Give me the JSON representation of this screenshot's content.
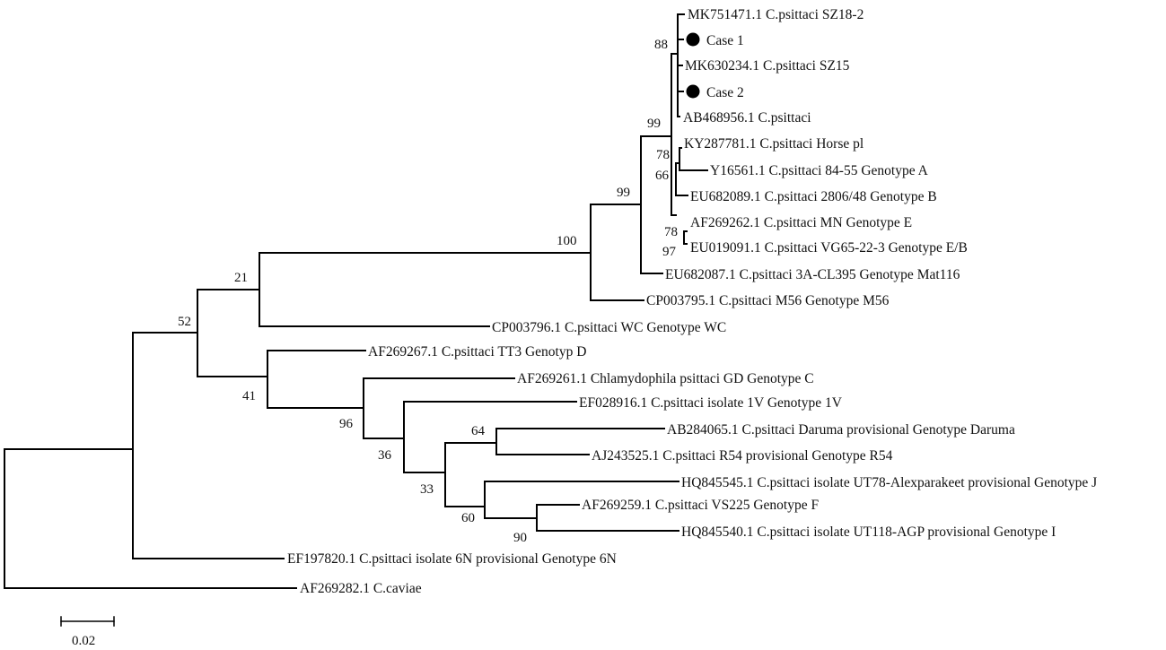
{
  "leaves": [
    {
      "id": "L1",
      "label": "MK751471.1 C.psittaci SZ18-2"
    },
    {
      "id": "L2",
      "label": "Case 1",
      "marker": "filled-circle"
    },
    {
      "id": "L3",
      "label": "MK630234.1 C.psittaci SZ15"
    },
    {
      "id": "L4",
      "label": "Case 2",
      "marker": "filled-circle"
    },
    {
      "id": "L5",
      "label": "AB468956.1 C.psittaci"
    },
    {
      "id": "L6",
      "label": "KY287781.1 C.psittaci Horse pl"
    },
    {
      "id": "L7",
      "label": "Y16561.1 C.psittaci 84-55 Genotype A"
    },
    {
      "id": "L8",
      "label": "EU682089.1 C.psittaci 2806/48 Genotype B"
    },
    {
      "id": "L9",
      "label": "AF269262.1 C.psittaci MN Genotype E"
    },
    {
      "id": "L10",
      "label": "EU019091.1 C.psittaci VG65-22-3 Genotype E/B"
    },
    {
      "id": "L11",
      "label": "EU682087.1 C.psittaci 3A-CL395 Genotype Mat116"
    },
    {
      "id": "L12",
      "label": "CP003795.1 C.psittaci M56 Genotype M56"
    },
    {
      "id": "L13",
      "label": "CP003796.1 C.psittaci WC Genotype WC"
    },
    {
      "id": "L14",
      "label": "AF269267.1 C.psittaci TT3 Genotyp D"
    },
    {
      "id": "L15",
      "label": "AF269261.1 Chlamydophila psittaci GD Genotype C"
    },
    {
      "id": "L16",
      "label": "EF028916.1 C.psittaci isolate 1V Genotype 1V"
    },
    {
      "id": "L17",
      "label": "AB284065.1 C.psittaci Daruma provisional Genotype Daruma"
    },
    {
      "id": "L18",
      "label": "AJ243525.1 C.psittaci R54 provisional Genotype R54"
    },
    {
      "id": "L19",
      "label": "HQ845545.1 C.psittaci isolate UT78-Alexparakeet provisional Genotype J"
    },
    {
      "id": "L20",
      "label": "AF269259.1 C.psittaci VS225 Genotype F"
    },
    {
      "id": "L21",
      "label": "HQ845540.1 C.psittaci isolate UT118-AGP provisional Genotype I"
    },
    {
      "id": "L22",
      "label": "EF197820.1 C.psittaci isolate 6N provisional Genotype 6N"
    },
    {
      "id": "L23",
      "label": "AF269282.1 C.caviae"
    }
  ],
  "bootstrap_values": [
    "88",
    "99",
    "78",
    "66",
    "99",
    "78",
    "97",
    "100",
    "21",
    "52",
    "41",
    "96",
    "64",
    "36",
    "33",
    "60",
    "90"
  ],
  "scale_bar": {
    "label": "0.02"
  }
}
